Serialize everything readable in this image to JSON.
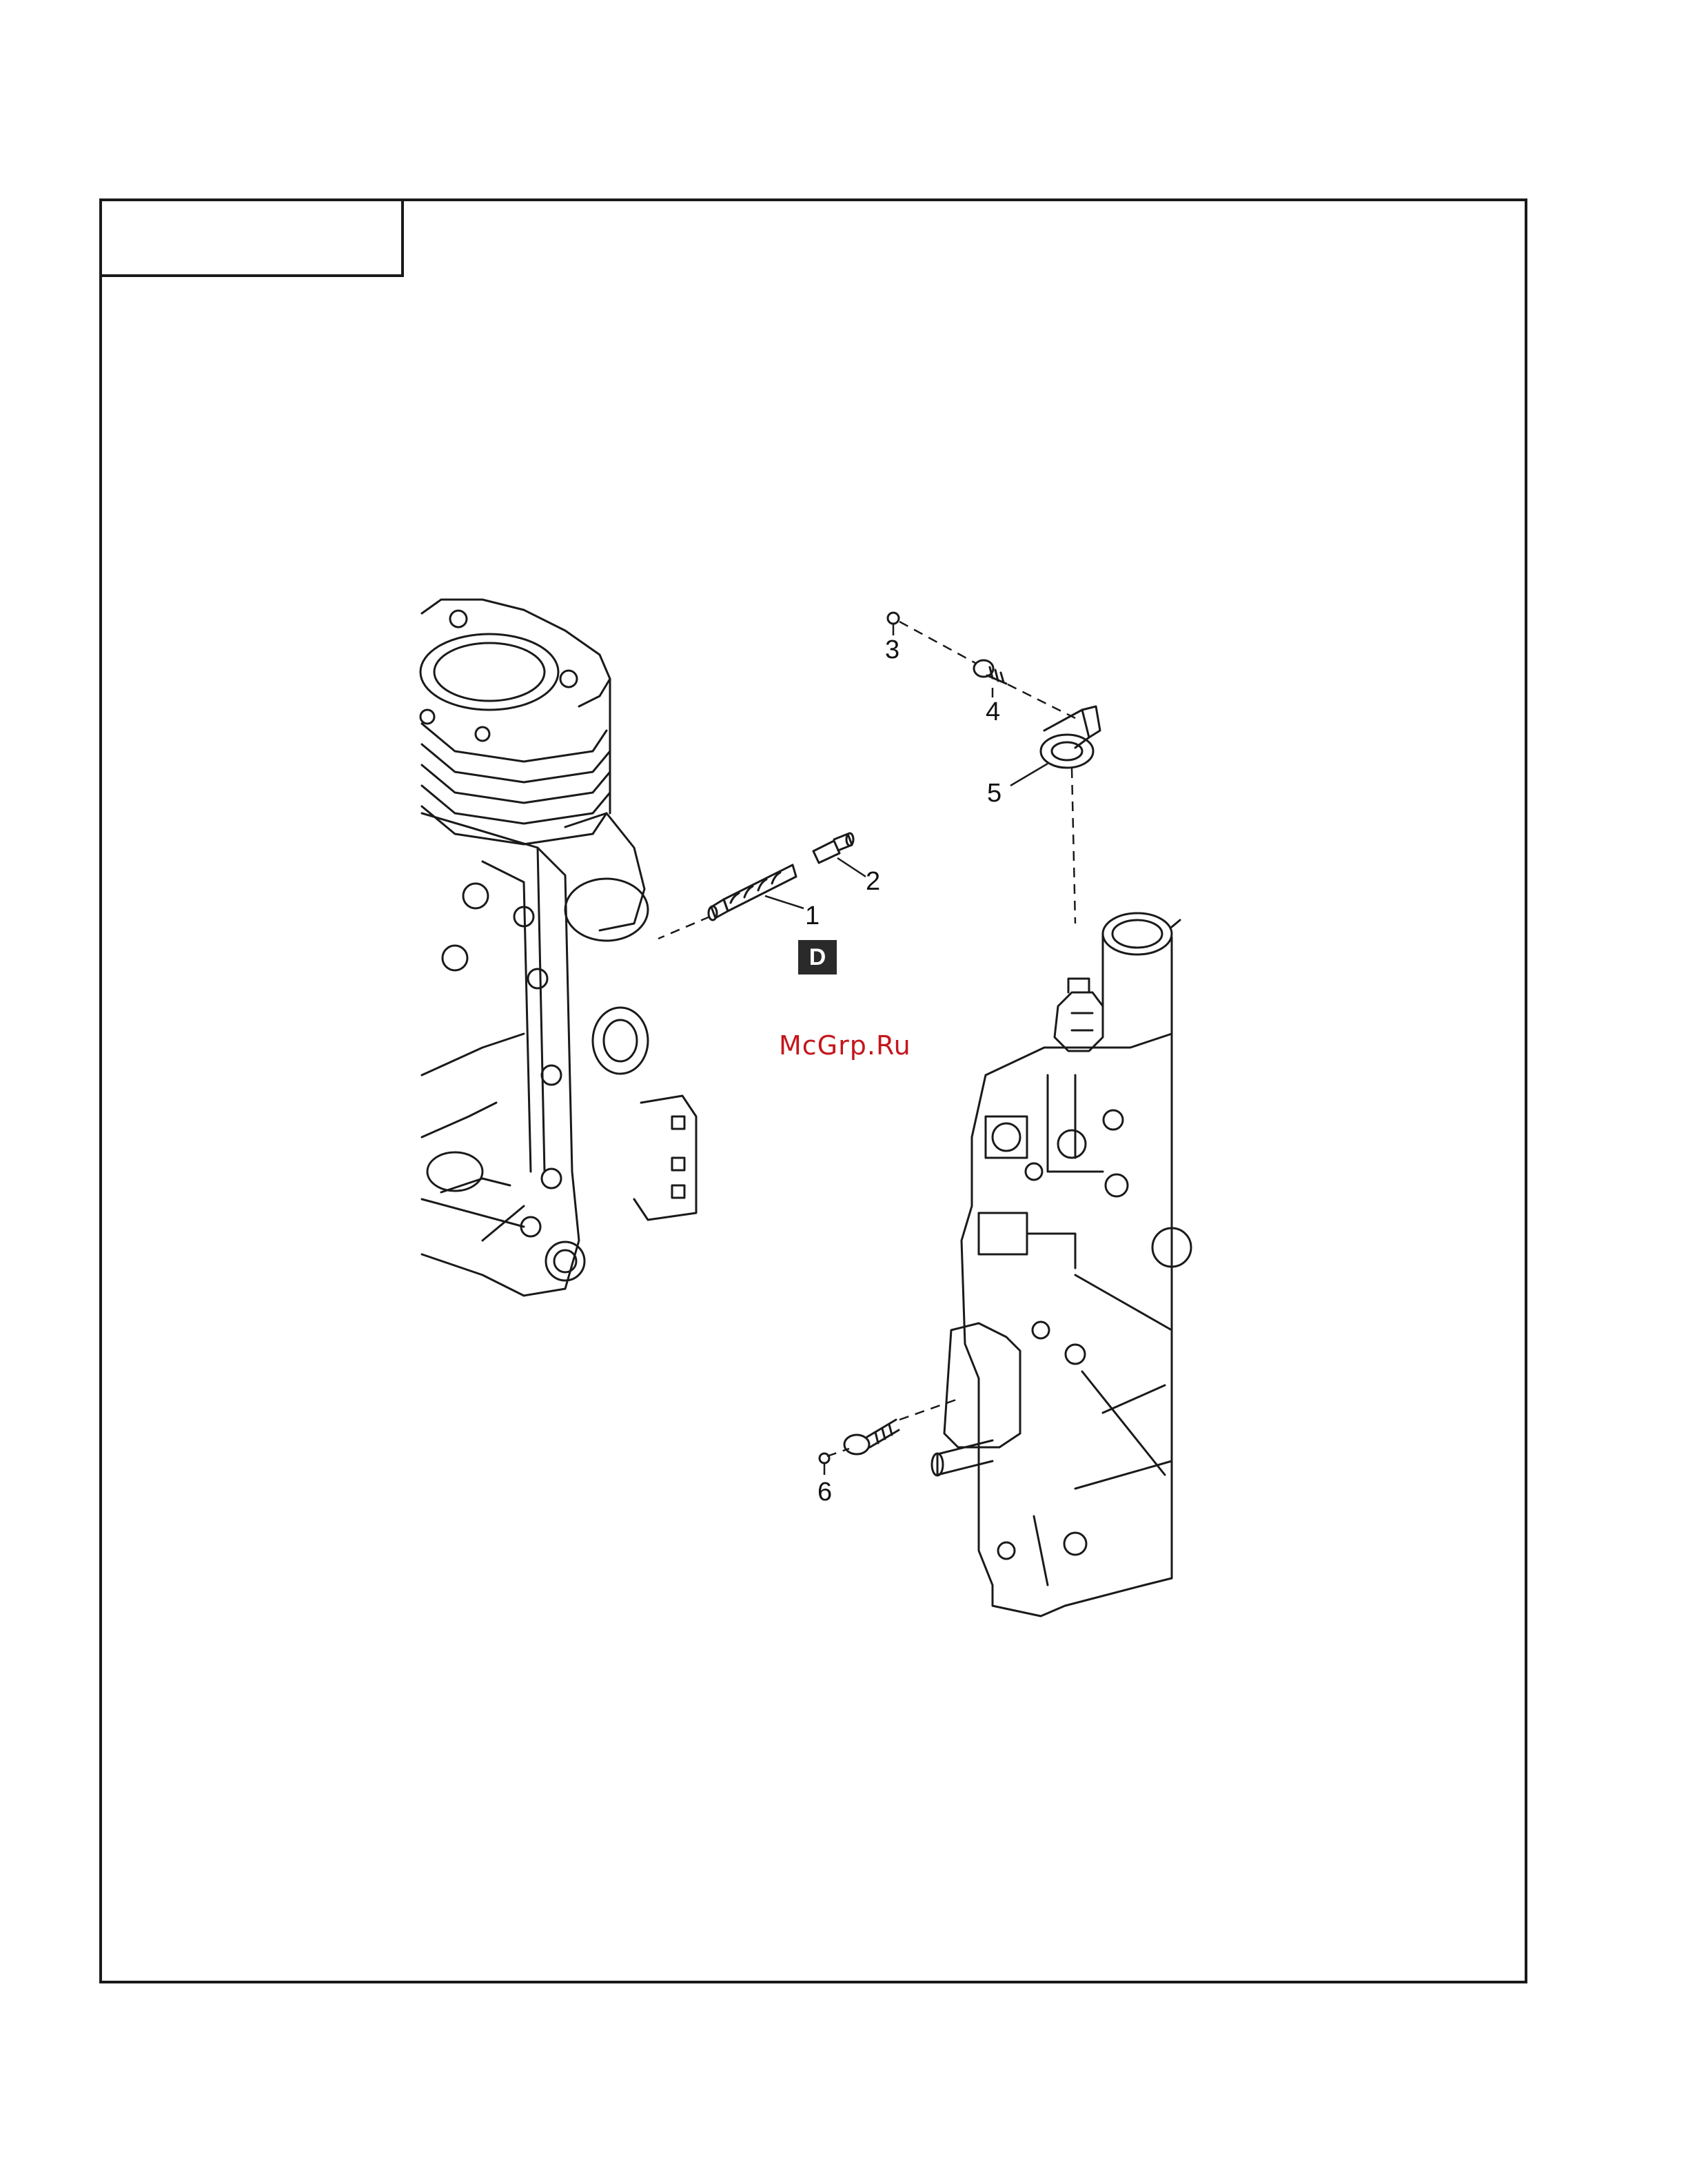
{
  "watermark": "McGrp.Ru",
  "callouts": {
    "c1": "1",
    "c2": "2",
    "c3": "3",
    "c4": "4",
    "c5": "5",
    "c6": "6"
  },
  "badge": "D",
  "colors": {
    "line": "#1a1a1a",
    "watermark": "#c4161c",
    "badge_bg": "#2a2a2a"
  }
}
